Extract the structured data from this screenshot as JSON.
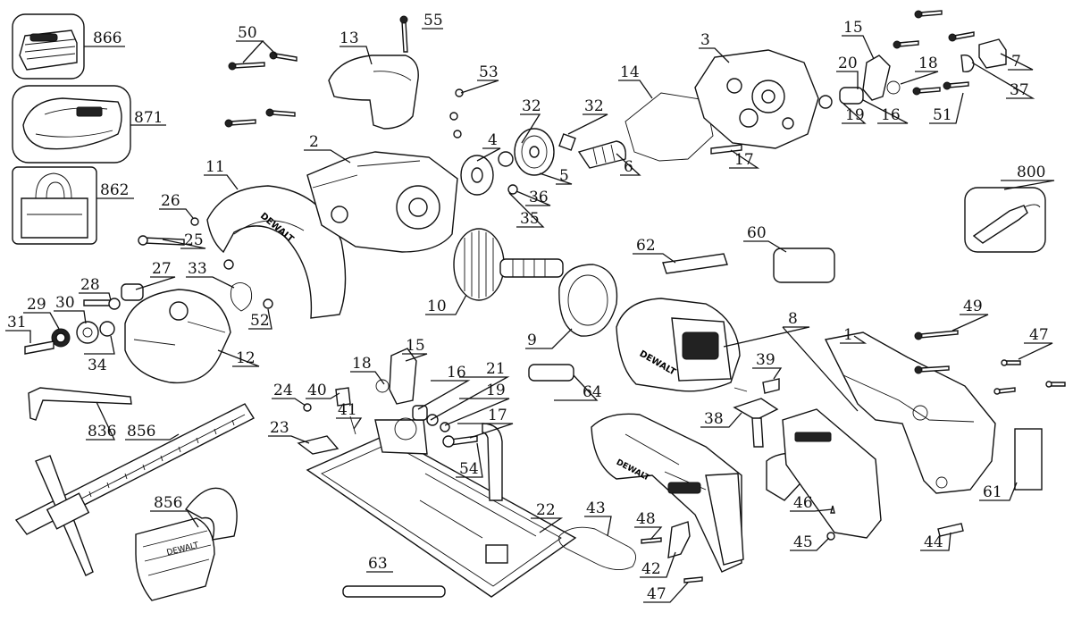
{
  "diagram": {
    "labels": [
      "866",
      "871",
      "862",
      "50",
      "13",
      "55",
      "53",
      "32",
      "32",
      "14",
      "3",
      "15",
      "20",
      "18",
      "7",
      "37",
      "19",
      "16",
      "51",
      "2",
      "4",
      "5",
      "6",
      "36",
      "35",
      "17",
      "11",
      "26",
      "25",
      "800",
      "62",
      "60",
      "27",
      "33",
      "28",
      "29",
      "30",
      "31",
      "34",
      "52",
      "12",
      "10",
      "9",
      "8",
      "49",
      "47",
      "1",
      "39",
      "38",
      "18",
      "15",
      "16",
      "21",
      "19",
      "17",
      "24",
      "40",
      "41",
      "64",
      "23",
      "54",
      "22",
      "43",
      "48",
      "42",
      "47",
      "46",
      "45",
      "44",
      "61",
      "63",
      "836",
      "856",
      "856"
    ],
    "brand_text": [
      "DEWALT",
      "DEWALT",
      "DEWALT",
      "DEWALT"
    ]
  }
}
